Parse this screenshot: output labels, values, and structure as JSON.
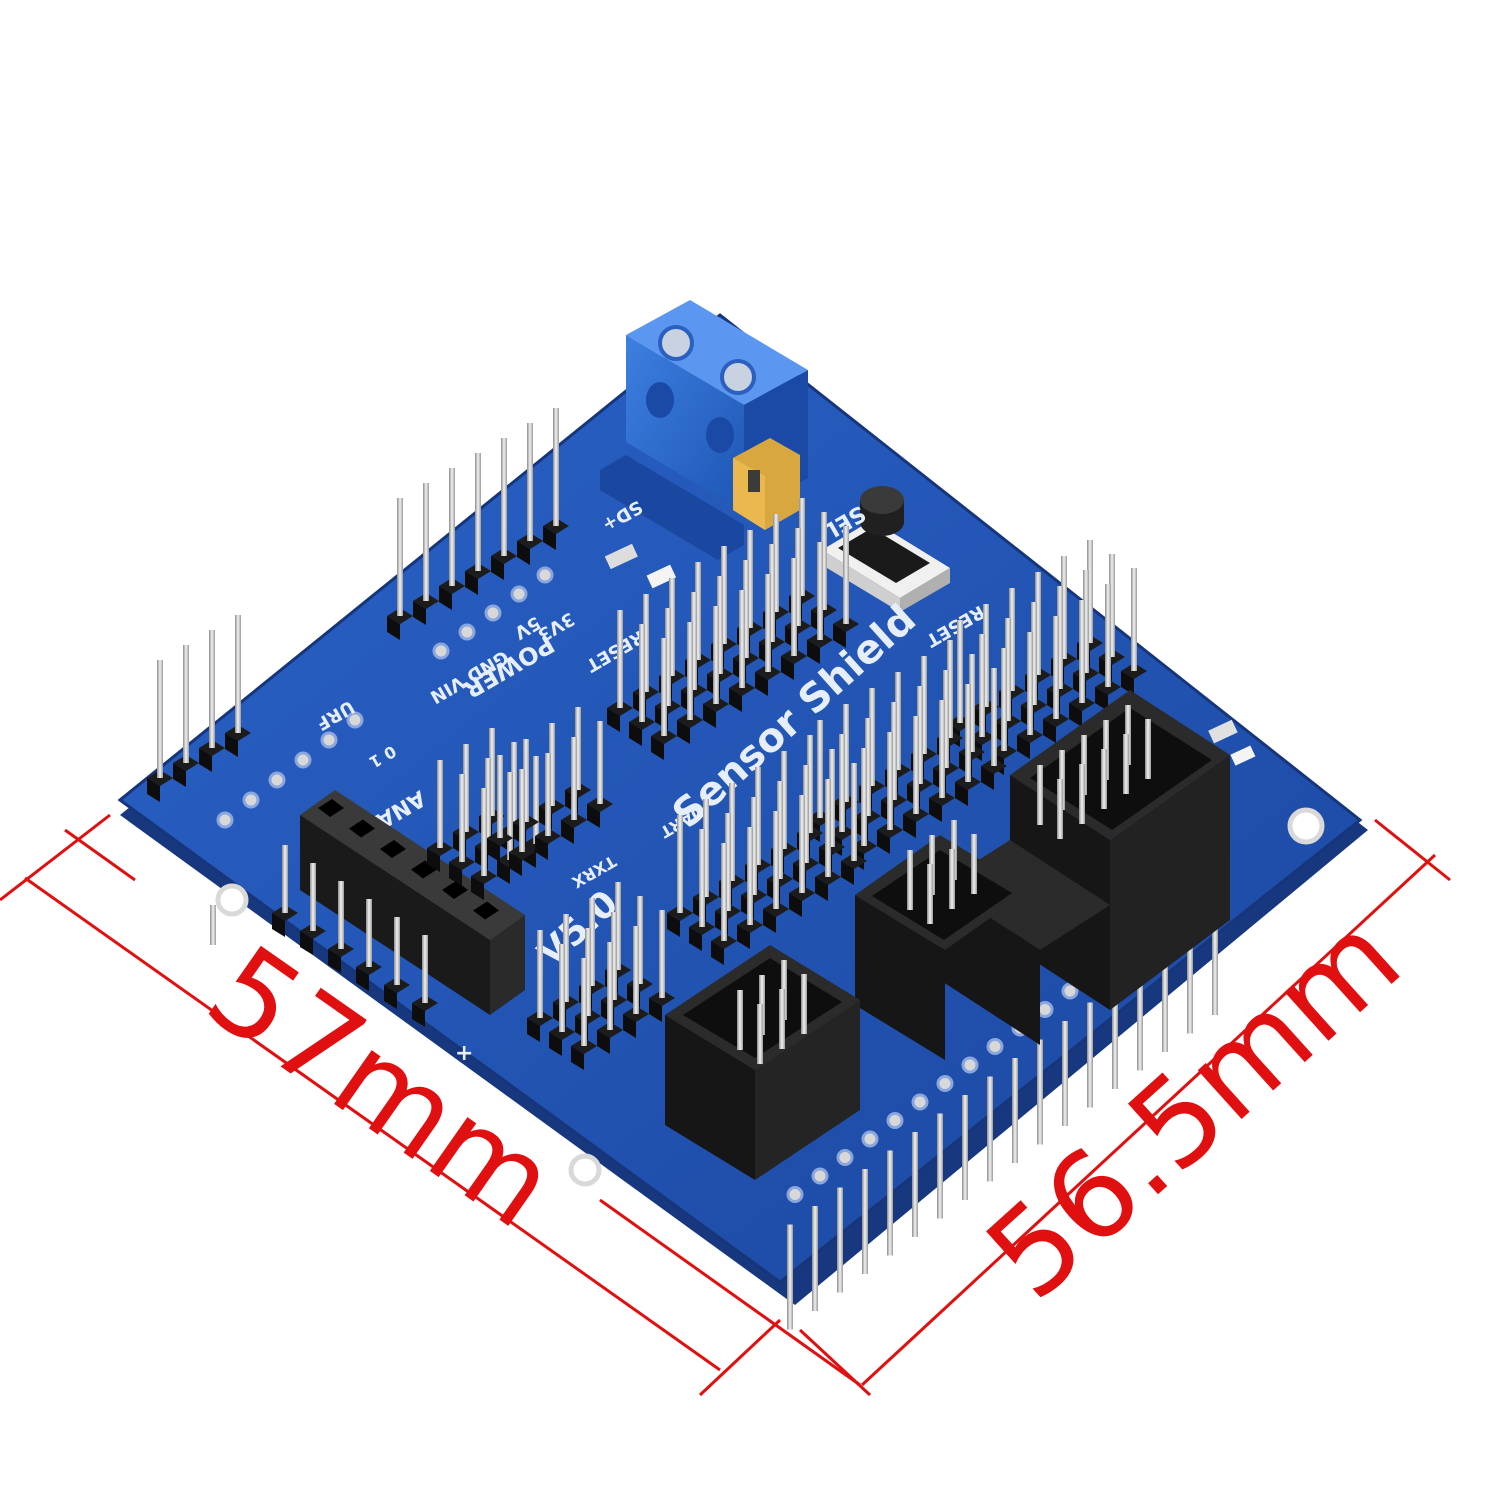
{
  "dimensions": {
    "width_label": "57mm",
    "height_label": "56.5mm",
    "color": "#e01010"
  },
  "board": {
    "pcb_color": "#1f50b4",
    "silkscreen": {
      "product_line1": "Sensor Shield",
      "product_line2": "V5.0",
      "power": "POWER",
      "power_pins": "GND VIN",
      "power_5v": "5V",
      "power_3v3": "3V3",
      "reset_top": "RESET",
      "reset_button": "RESET",
      "sd": "SD+",
      "sel": "SEL",
      "urf": "URF",
      "analog": "ANAL",
      "analog_pins": "0 1",
      "uart": "UART",
      "txrx": "TXRX",
      "plus": "+"
    }
  }
}
